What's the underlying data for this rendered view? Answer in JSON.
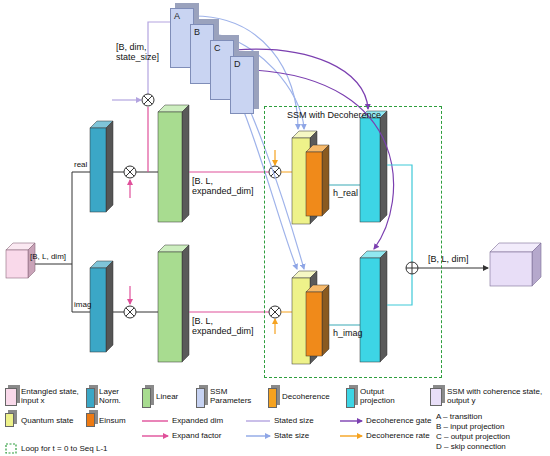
{
  "diagram": {
    "nodes": [
      {
        "text": [
          "A"
        ]
      },
      {
        "text": [
          "B"
        ]
      },
      {
        "text": [
          "C"
        ]
      },
      {
        "text": [
          "D"
        ]
      },
      {
        "text": [
          "SSM with Decoherence"
        ]
      }
    ],
    "labels": [
      "[B, dim, state_size]",
      "[B, L, dim]",
      "real",
      "[B. L, expanded_dim]",
      "h_real",
      "imag",
      "[B. L, expanded_dim]",
      "h_imag",
      "[B, L, dim]",
      "A – transition",
      "B – input projection",
      "C – output projection",
      "D – skip connection"
    ],
    "legend": [
      {
        "text": "Entangled state, input x",
        "color": "#f9d9ea"
      },
      {
        "text": "Layer Norm.",
        "color": "#3ba7c6"
      },
      {
        "text": "Linear",
        "color": "#a8dc90"
      },
      {
        "text": "SSM Parameters",
        "color": "#c6d2f2"
      },
      {
        "text": "Decoherence",
        "color": "#f5a21f"
      },
      {
        "text": "Output projection",
        "color": "#3dd5e5"
      },
      {
        "text": "SSM with coherence state, output y",
        "color": "#e8def7"
      },
      {
        "text": "Quantum state",
        "color": "#eef28a"
      },
      {
        "text": "Einsum",
        "color": "#ee7a12"
      },
      {
        "text": "Expanded dim"
      },
      {
        "text": "Stated size"
      },
      {
        "text": "Decoherence gate"
      },
      {
        "text": "Expand factor"
      },
      {
        "text": "State size"
      },
      {
        "text": "Decoherence rate"
      },
      {
        "text": "Loop for t = 0 to Seq L-1"
      }
    ]
  }
}
